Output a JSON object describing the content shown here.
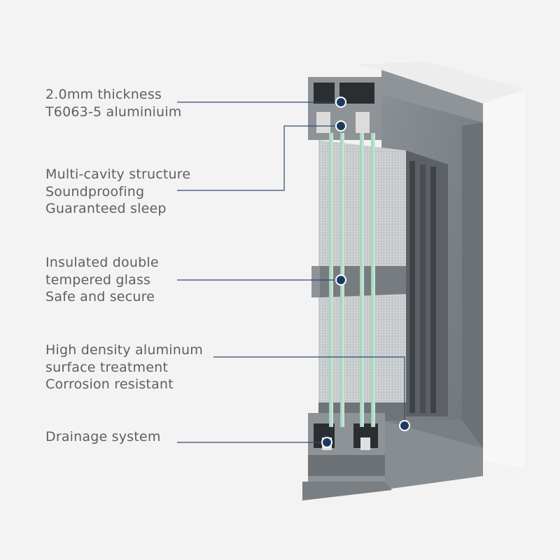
{
  "callouts": [
    {
      "id": "aluminium",
      "lines": [
        "2.0mm thickness",
        "T6063-5 aluminiuim"
      ]
    },
    {
      "id": "cavity",
      "lines": [
        "Multi-cavity structure",
        "Soundproofing",
        "Guaranteed sleep"
      ]
    },
    {
      "id": "glass",
      "lines": [
        "Insulated double",
        "tempered glass",
        "Safe and secure"
      ]
    },
    {
      "id": "surface",
      "lines": [
        "High density aluminum",
        "surface treatment",
        "Corrosion resistant"
      ]
    },
    {
      "id": "drainage",
      "lines": [
        "Drainage system"
      ]
    }
  ],
  "colors": {
    "background": "#f3f3f3",
    "text": "#5f5f5f",
    "leader_line": "#2d4a6e",
    "marker_fill": "#1d3a63",
    "frame_gray": "#7c8085",
    "wall_white": "#ffffff"
  }
}
